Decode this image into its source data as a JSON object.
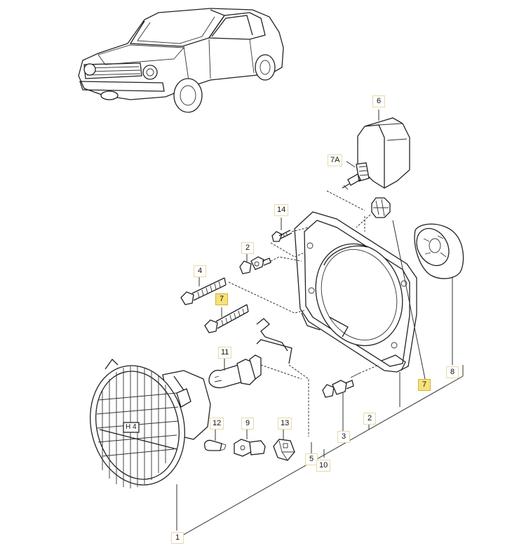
{
  "diagram": {
    "lens_marking": "H 4",
    "callouts": [
      {
        "id": "c6",
        "label": "6",
        "highlight": false
      },
      {
        "id": "c7A",
        "label": "7A",
        "highlight": false
      },
      {
        "id": "c14",
        "label": "14",
        "highlight": false
      },
      {
        "id": "c2a",
        "label": "2",
        "highlight": false
      },
      {
        "id": "c4",
        "label": "4",
        "highlight": false
      },
      {
        "id": "c7a",
        "label": "7",
        "highlight": true
      },
      {
        "id": "c11",
        "label": "11",
        "highlight": false
      },
      {
        "id": "c12",
        "label": "12",
        "highlight": false
      },
      {
        "id": "c9",
        "label": "9",
        "highlight": false
      },
      {
        "id": "c13",
        "label": "13",
        "highlight": false
      },
      {
        "id": "c5",
        "label": "5",
        "highlight": false
      },
      {
        "id": "c10",
        "label": "10",
        "highlight": false
      },
      {
        "id": "c3",
        "label": "3",
        "highlight": false
      },
      {
        "id": "c2b",
        "label": "2",
        "highlight": false
      },
      {
        "id": "c7b",
        "label": "7",
        "highlight": true
      },
      {
        "id": "c8",
        "label": "8",
        "highlight": false
      },
      {
        "id": "c1",
        "label": "1",
        "highlight": false
      }
    ],
    "colors": {
      "line": "#222222",
      "highlight": "#f7e27a"
    }
  }
}
